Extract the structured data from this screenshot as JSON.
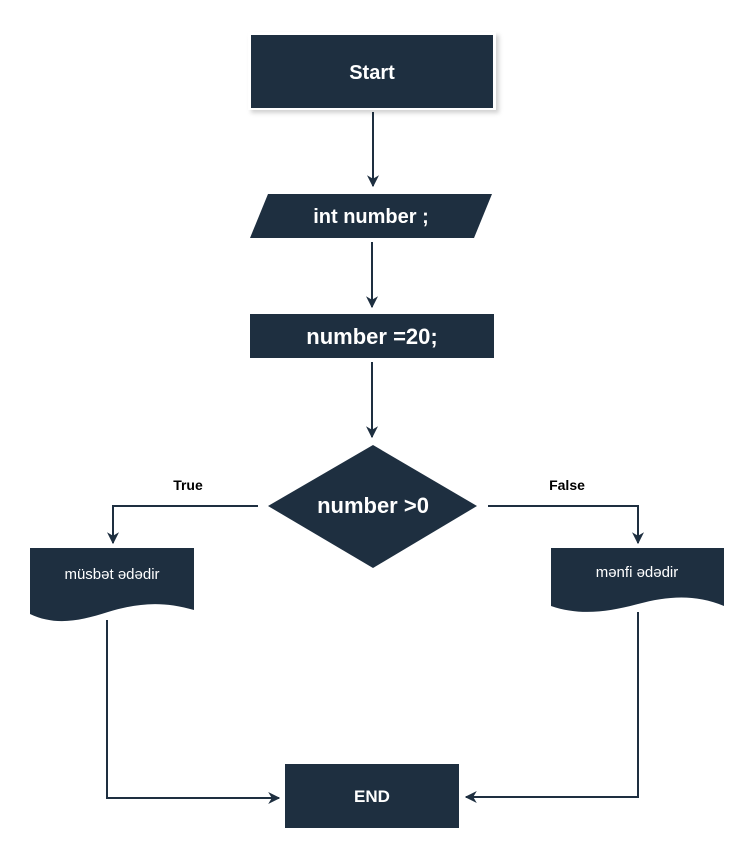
{
  "colors": {
    "node_fill": "#1e2f40",
    "edge": "#1e2f40",
    "node_text": "#ffffff",
    "label_text": "#000000"
  },
  "nodes": {
    "start": "Start",
    "declare": "int number ;",
    "assign": "number =20;",
    "decision": "number >0",
    "positive": "müsbət ədədir",
    "negative": "mənfi ədədir",
    "end": "END"
  },
  "edges": {
    "true_label": "True",
    "false_label": "False"
  }
}
